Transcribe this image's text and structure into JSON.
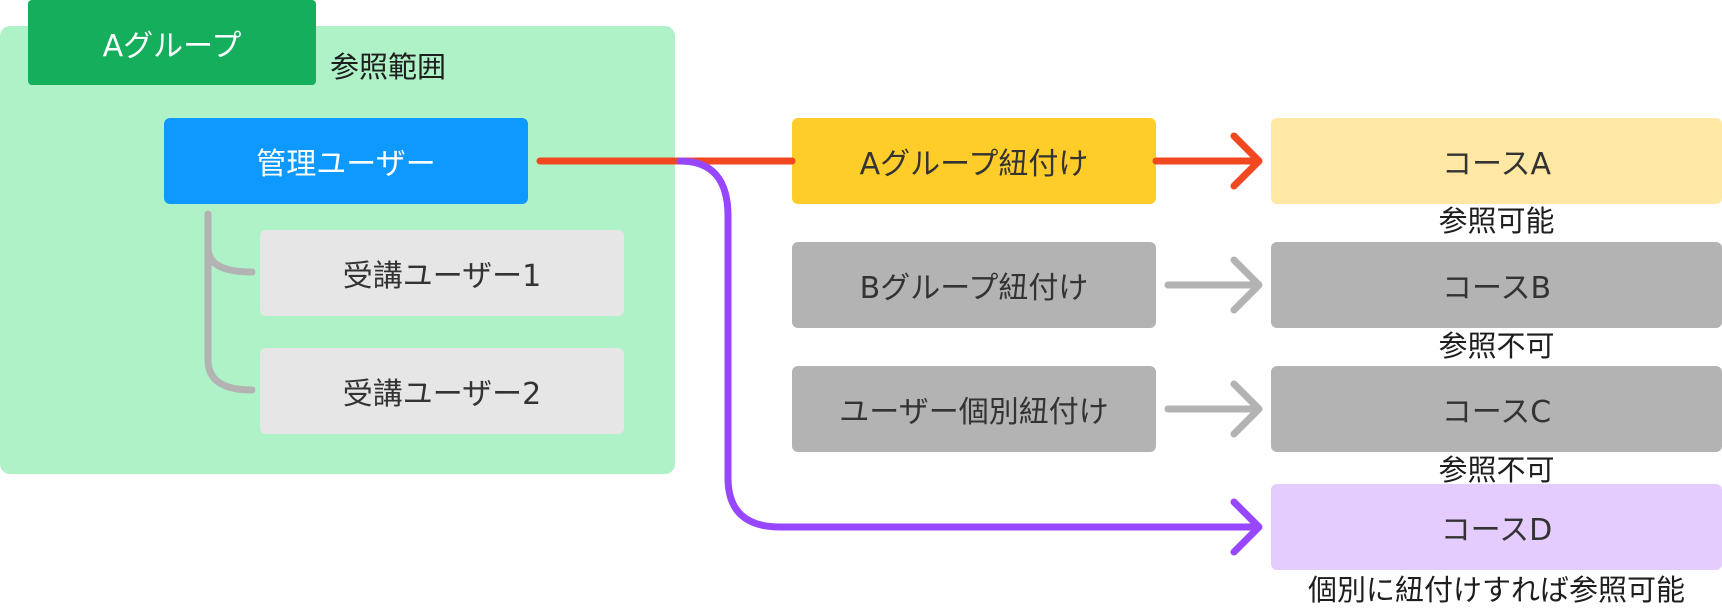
{
  "group": {
    "tab_label": "Aグループ",
    "scope_label": "参照範囲"
  },
  "users": {
    "admin": "管理ユーザー",
    "student1": "受講ユーザー1",
    "student2": "受講ユーザー2"
  },
  "links": [
    {
      "label": "Aグループ紐付け"
    },
    {
      "label": "Bグループ紐付け"
    },
    {
      "label": "ユーザー個別紐付け"
    }
  ],
  "courses": [
    {
      "label": "コースA",
      "status": "参照可能"
    },
    {
      "label": "コースB",
      "status": "参照不可"
    },
    {
      "label": "コースC",
      "status": "参照不可"
    },
    {
      "label": "コースD",
      "status": "個別に紐付けすれば参照可能"
    }
  ],
  "colors": {
    "region": "#b0f2c8",
    "group_tab": "#14ae5c",
    "admin": "#0d99ff",
    "student": "#e6e6e6",
    "link_a": "#ffcd29",
    "gray": "#b3b3b3",
    "course_a": "#ffe8a3",
    "course_d": "#e4ccff",
    "arrow_red": "#f24822",
    "arrow_purple": "#9747ff",
    "arrow_gray": "#b3b3b3"
  }
}
